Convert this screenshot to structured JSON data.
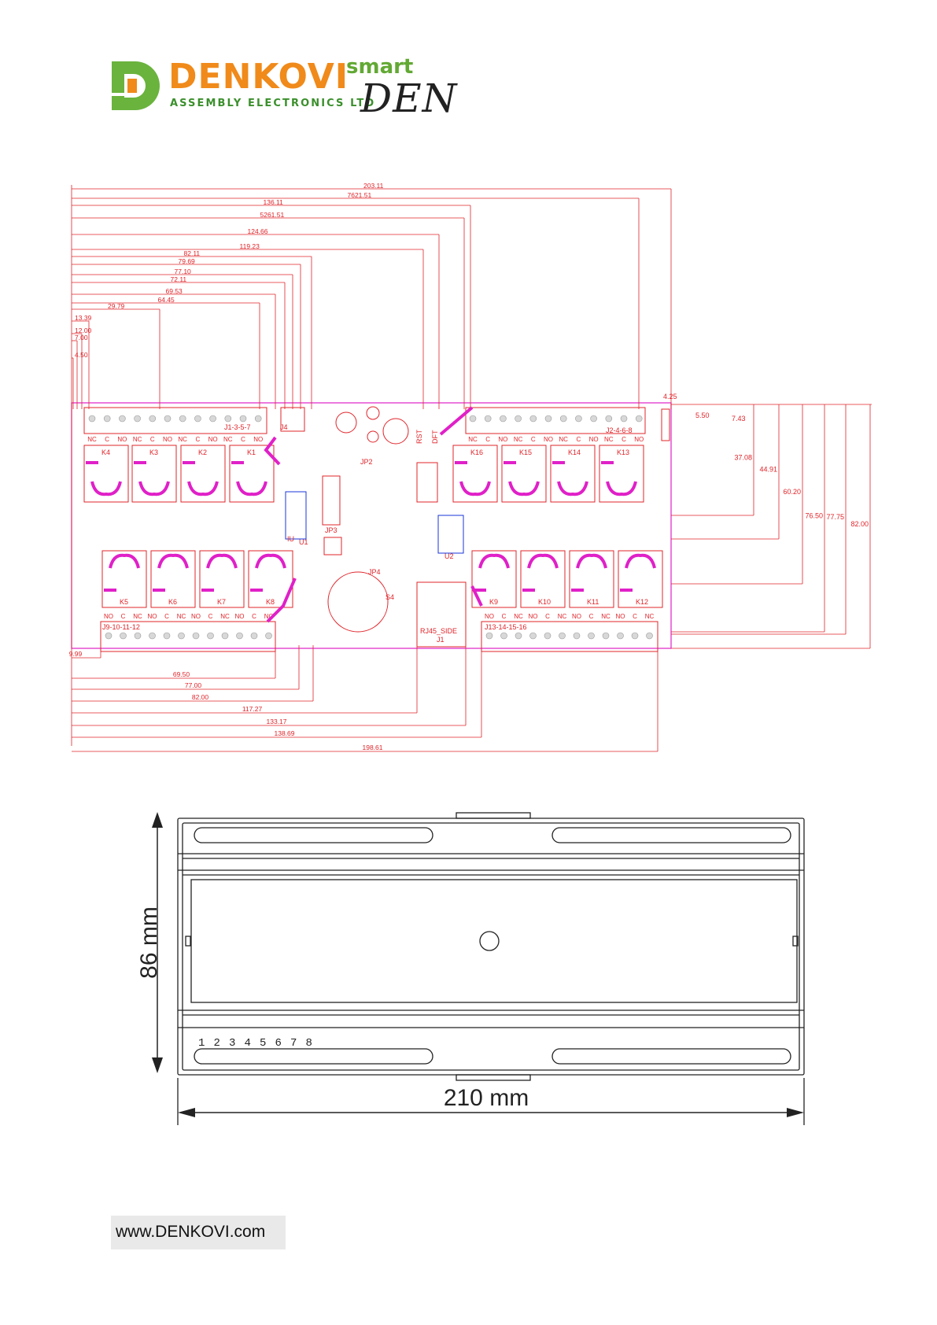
{
  "logo": {
    "brand": "DENKOVI",
    "tagline": "ASSEMBLY ELECTRONICS LTD",
    "smart": "smart",
    "den": "DEN"
  },
  "pcb": {
    "colors": {
      "line": "#e0242a",
      "pad": "#e8ee",
      "magenta": "#e020c8",
      "blue": "#1a36d8"
    },
    "top_dims": [
      "203.11",
      "7621.51",
      "136.11",
      "5261.51",
      "124.66",
      "119.23",
      "82.11",
      "79.69",
      "77.10",
      "72.11",
      "69.53",
      "64.45",
      "29.79",
      "13.39",
      "12.00",
      "7.00",
      "4.50"
    ],
    "bottom_dims": [
      "9.99",
      "69.50",
      "77.00",
      "82.00",
      "117.27",
      "133.17",
      "138.69",
      "198.61"
    ],
    "right_dims": [
      "4.25",
      "5.50",
      "7.43",
      "37.08",
      "44.91",
      "60.20",
      "76.50",
      "77.75",
      "82.00"
    ],
    "headers": [
      "J1-3-5-7",
      "J2-4-6-8",
      "J9-10-11-12",
      "J13-14-15-16",
      "J4"
    ],
    "relays_top": [
      "K4",
      "K3",
      "K2",
      "K1",
      "K16",
      "K15",
      "K14",
      "K13"
    ],
    "relays_bottom": [
      "K5",
      "K6",
      "K7",
      "K8",
      "K9",
      "K10",
      "K11",
      "K12"
    ],
    "term_top_left": [
      "NC",
      "C",
      "NO",
      "NC",
      "C",
      "NO",
      "NC",
      "C",
      "NO",
      "NC",
      "C",
      "NO"
    ],
    "term_top_right": [
      "NC",
      "C",
      "NO",
      "NC",
      "C",
      "NO",
      "NC",
      "C",
      "NO",
      "NC",
      "C",
      "NO"
    ],
    "term_bot_left": [
      "NO",
      "C",
      "NC",
      "NO",
      "C",
      "NC",
      "NO",
      "C",
      "NC",
      "NO",
      "C",
      "NC"
    ],
    "term_bot_right": [
      "NO",
      "C",
      "NC",
      "NO",
      "C",
      "NC",
      "NO",
      "C",
      "NC",
      "NO",
      "C",
      "NC"
    ],
    "parts": [
      "RST",
      "DFT",
      "JP2",
      "JP3",
      "JP4",
      "U1",
      "U2",
      "RJ45_SIDE",
      "J1",
      "S4",
      "IU"
    ]
  },
  "enclosure": {
    "height_label": "86 mm",
    "width_label": "210 mm",
    "terminal_numbers": [
      "1",
      "2",
      "3",
      "4",
      "5",
      "6",
      "7",
      "8"
    ]
  },
  "footer": {
    "url": "www.DENKOVI.com"
  }
}
